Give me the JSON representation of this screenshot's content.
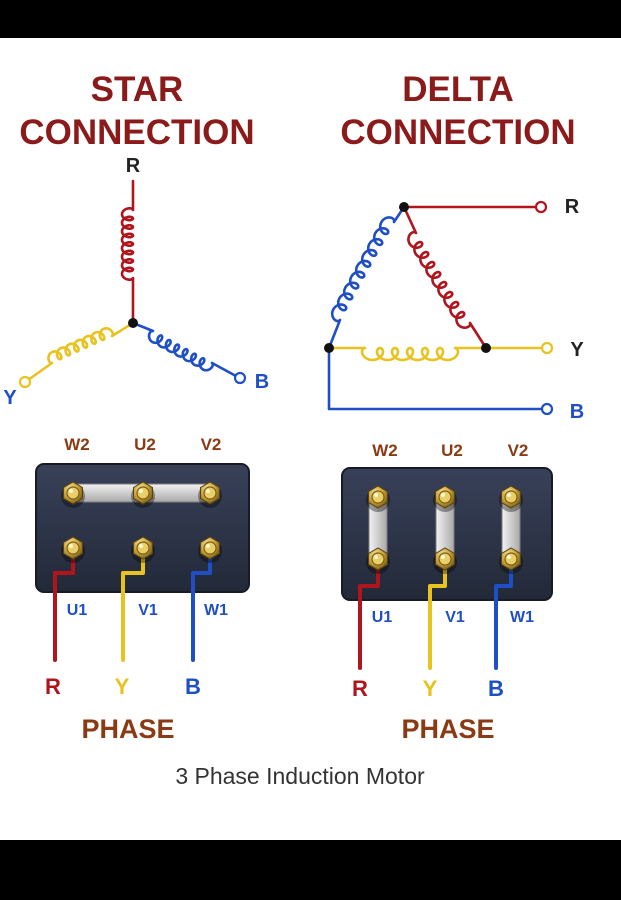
{
  "star": {
    "title_line1": "STAR",
    "title_line2": "CONNECTION",
    "winding_labels": {
      "top": "R",
      "left": "Y",
      "right": "B"
    },
    "terminals_top": [
      "W2",
      "U2",
      "V2"
    ],
    "terminals_bottom": [
      "U1",
      "V1",
      "W1"
    ],
    "phase_letters": [
      "R",
      "Y",
      "B"
    ],
    "phase_label": "PHASE"
  },
  "delta": {
    "title_line1": "DELTA",
    "title_line2": "CONNECTION",
    "line_labels": [
      "R",
      "Y",
      "B"
    ],
    "terminals_top": [
      "W2",
      "U2",
      "V2"
    ],
    "terminals_bottom": [
      "U1",
      "V1",
      "W1"
    ],
    "phase_letters": [
      "R",
      "Y",
      "B"
    ],
    "phase_label": "PHASE"
  },
  "caption": "3 Phase Induction Motor",
  "colors": {
    "title": "#8b1a1a",
    "phase_r": "#b0141c",
    "phase_y": "#e8c21e",
    "phase_b": "#1f4fc4",
    "label_blue": "#1f4fc4",
    "label_brown": "#8a3b14",
    "board": "#2c3344",
    "caption": "#333333"
  },
  "icons": [
    "coil-icon",
    "terminal-post-icon",
    "link-bar-icon",
    "open-terminal-icon"
  ]
}
